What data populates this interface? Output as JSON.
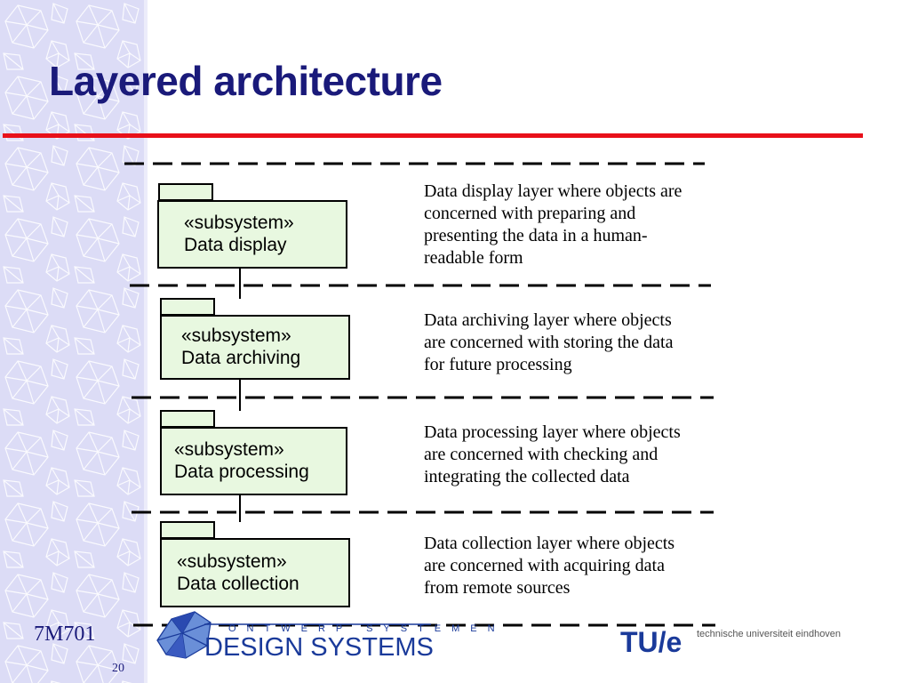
{
  "slide": {
    "title": "Layered architecture",
    "course_code": "7M701",
    "page_number": "20",
    "title_color": "#1a1a7a",
    "rule_color": "#e8101a",
    "band_color": "#dcdcf6"
  },
  "layers": [
    {
      "stereotype": "«subsystem»",
      "name": "Data display",
      "description": [
        "Data display layer where objects are",
        "concerned with preparing and",
        "presenting the data in a human-",
        "readable form"
      ]
    },
    {
      "stereotype": "«subsystem»",
      "name": "Data archiving",
      "description": [
        "Data archiving  layer where objects",
        "are concerned with storing the data",
        " for future processing"
      ]
    },
    {
      "stereotype": "«subsystem»",
      "name": "Data processing",
      "description": [
        "Data processing layer where objects",
        "are concerned with checking and",
        "integrating the collected data"
      ]
    },
    {
      "stereotype": "«subsystem»",
      "name": "Data collection",
      "description": [
        "Data collection layer where objects",
        "are concerned with acquiring data",
        "from remote sources"
      ]
    }
  ],
  "diagram_style": {
    "box_fill": "#e8f8e0",
    "line_color": "#000000"
  },
  "logos": {
    "design_systems_tagline": "ONTWERP SYSTEMEN",
    "design_systems_name": "DESIGN SYSTEMS",
    "tue_mark": "TU/e",
    "tue_text": "technische universiteit eindhoven"
  }
}
